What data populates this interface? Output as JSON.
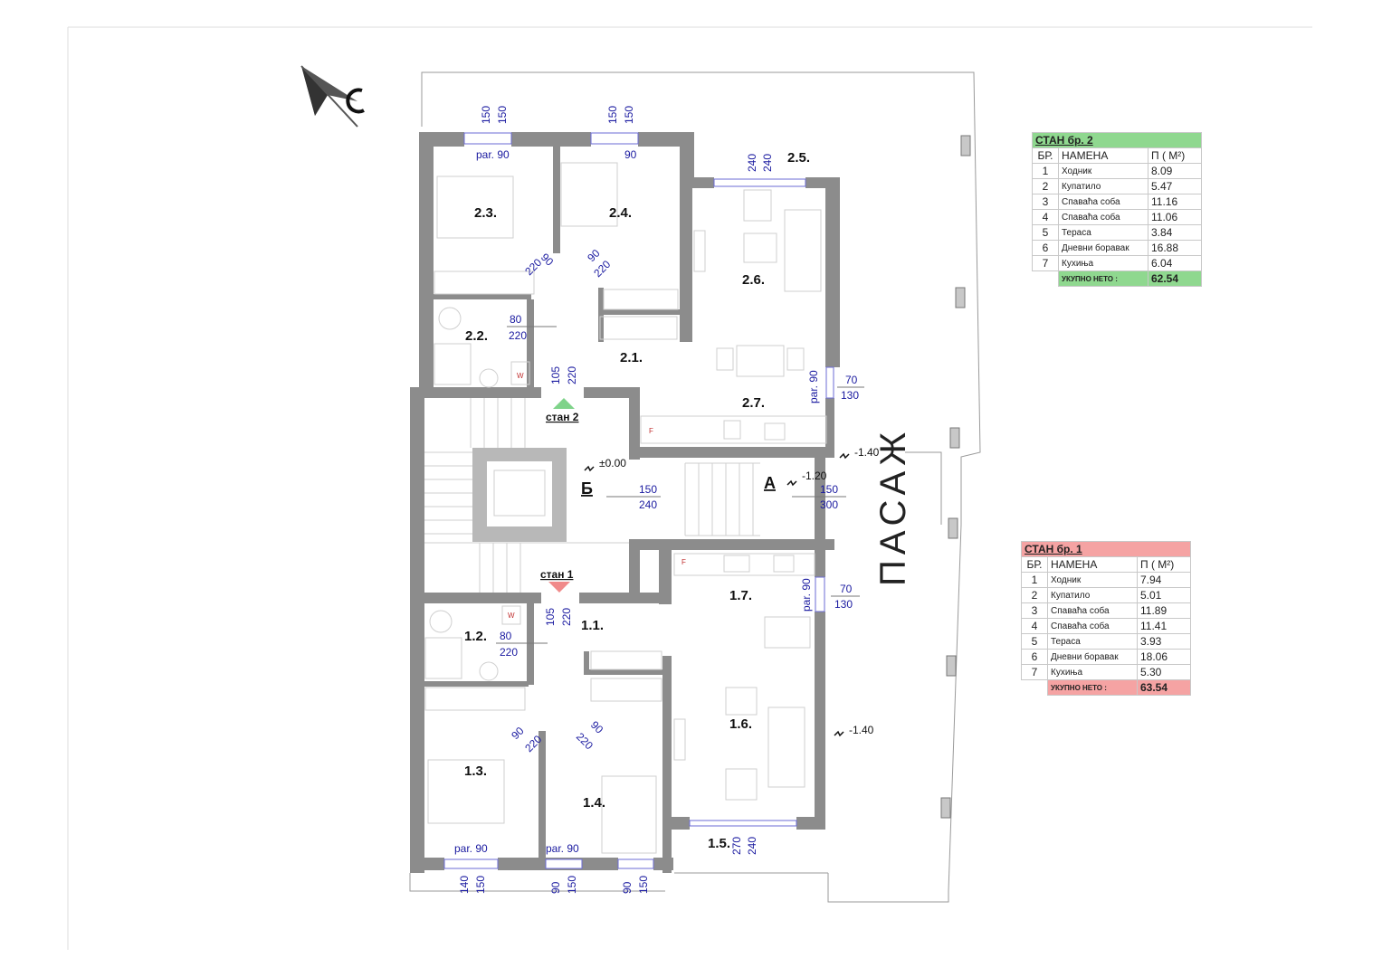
{
  "rooms": {
    "r21": "2.1.",
    "r22": "2.2.",
    "r23": "2.3.",
    "r24": "2.4.",
    "r25": "2.5.",
    "r26": "2.6.",
    "r27": "2.7.",
    "r11": "1.1.",
    "r12": "1.2.",
    "r13": "1.3.",
    "r14": "1.4.",
    "r15": "1.5.",
    "r16": "1.6.",
    "r17": "1.7."
  },
  "dims": {
    "d150a": "150",
    "d150b": "150",
    "d150c": "150",
    "d150d": "150",
    "par90_23": "par. 90",
    "d90_24": "90",
    "d240a": "240",
    "d240b": "240",
    "d90_door23": "90",
    "d220_door23": "220",
    "d90_door24": "90",
    "d220_door24": "220",
    "d80_22": "80",
    "d220_22": "220",
    "d105_s2": "105",
    "d220_s2": "220",
    "par90_27": "par. 90",
    "d70_27": "70",
    "d130_27": "130",
    "d150_b": "150",
    "d240_b": "240",
    "d150_a": "150",
    "d300_a": "300",
    "par90_17": "par. 90",
    "d70_17": "70",
    "d130_17": "130",
    "d105_s1": "105",
    "d220_s1": "220",
    "d80_12": "80",
    "d220_12": "220",
    "d90_door13": "90",
    "d220_door13": "220",
    "d90_door14": "90",
    "d220_door14": "220",
    "d270_15": "270",
    "d240_15": "240",
    "par90_13": "par. 90",
    "par90_14": "par. 90",
    "d140_bot": "140",
    "d150_bot1": "150",
    "d90_bot1": "90",
    "d150_bot2": "150",
    "d90_bot2": "90",
    "d150_bot3": "150"
  },
  "levels": {
    "zero": "±0.00",
    "m140a": "-1.40",
    "m120": "-1.20",
    "m140b": "-1.40"
  },
  "entrances": {
    "stan2": "стан 2",
    "stan1": "стан 1",
    "letterB": "Б",
    "letterA": "А"
  },
  "appliance": {
    "w": "W",
    "f": "F"
  },
  "passage": "ПАСАЖ",
  "colors": {
    "apt2_header": "#8fd88f",
    "apt2_total": "#8fd88f",
    "apt1_header": "#f5a3a3",
    "apt1_total": "#f5a3a3",
    "wall": "#8c8c8c",
    "dimension": "#1a1aa0"
  },
  "tables": {
    "apt2": {
      "title": "СТАН бр. 2",
      "col_no": "БР.",
      "col_name": "НАМЕНА",
      "col_area": "П  ( М²)",
      "rows": [
        {
          "no": "1",
          "name": "Ходник",
          "area": "8.09"
        },
        {
          "no": "2",
          "name": "Купатило",
          "area": "5.47"
        },
        {
          "no": "3",
          "name": "Спаваћа соба",
          "area": "11.16"
        },
        {
          "no": "4",
          "name": "Спаваћа соба",
          "area": "11.06"
        },
        {
          "no": "5",
          "name": "Тераса",
          "area": "3.84"
        },
        {
          "no": "6",
          "name": "Дневни боравак",
          "area": "16.88"
        },
        {
          "no": "7",
          "name": "Кухиња",
          "area": "6.04"
        }
      ],
      "total_label": "УКУПНО НЕТО :",
      "total_value": "62.54"
    },
    "apt1": {
      "title": "СТАН бр. 1",
      "col_no": "БР.",
      "col_name": "НАМЕНА",
      "col_area": "П  ( М²)",
      "rows": [
        {
          "no": "1",
          "name": "Ходник",
          "area": "7.94"
        },
        {
          "no": "2",
          "name": "Купатило",
          "area": "5.01"
        },
        {
          "no": "3",
          "name": "Спаваћа соба",
          "area": "11.89"
        },
        {
          "no": "4",
          "name": "Спаваћа соба",
          "area": "11.41"
        },
        {
          "no": "5",
          "name": "Тераса",
          "area": "3.93"
        },
        {
          "no": "6",
          "name": "Дневни боравак",
          "area": "18.06"
        },
        {
          "no": "7",
          "name": "Кухиња",
          "area": "5.30"
        }
      ],
      "total_label": "УКУПНО НЕТО :",
      "total_value": "63.54"
    }
  }
}
